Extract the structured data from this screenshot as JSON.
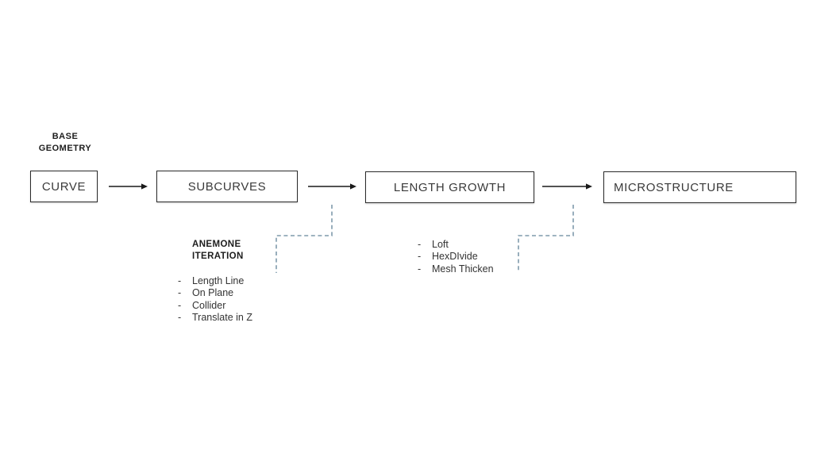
{
  "colors": {
    "background": "#ffffff",
    "arrow": "#1a1a1a",
    "box_border": "#2b2b2b",
    "box_label": "#3a3a3a",
    "heading_text": "#1d1d1d",
    "list_text": "#333333",
    "dashed_connector": "#7f9aab"
  },
  "diagram": {
    "pre_label_lines": [
      "BASE",
      "GEOMETRY"
    ],
    "bullet_char": "-",
    "nodes": [
      {
        "label": "CURVE"
      },
      {
        "label": "SUBCURVES"
      },
      {
        "label": "LENGTH GROWTH"
      },
      {
        "label": "MICROSTRUCTURE"
      }
    ],
    "annotations": [
      {
        "heading_lines": [
          "ANEMONE",
          "ITERATION"
        ],
        "items": [
          "Length Line",
          "On Plane",
          "Collider",
          "Translate in Z"
        ]
      },
      {
        "heading_lines": [],
        "items": [
          "Loft",
          "HexDIvide",
          "Mesh Thicken"
        ]
      }
    ]
  }
}
